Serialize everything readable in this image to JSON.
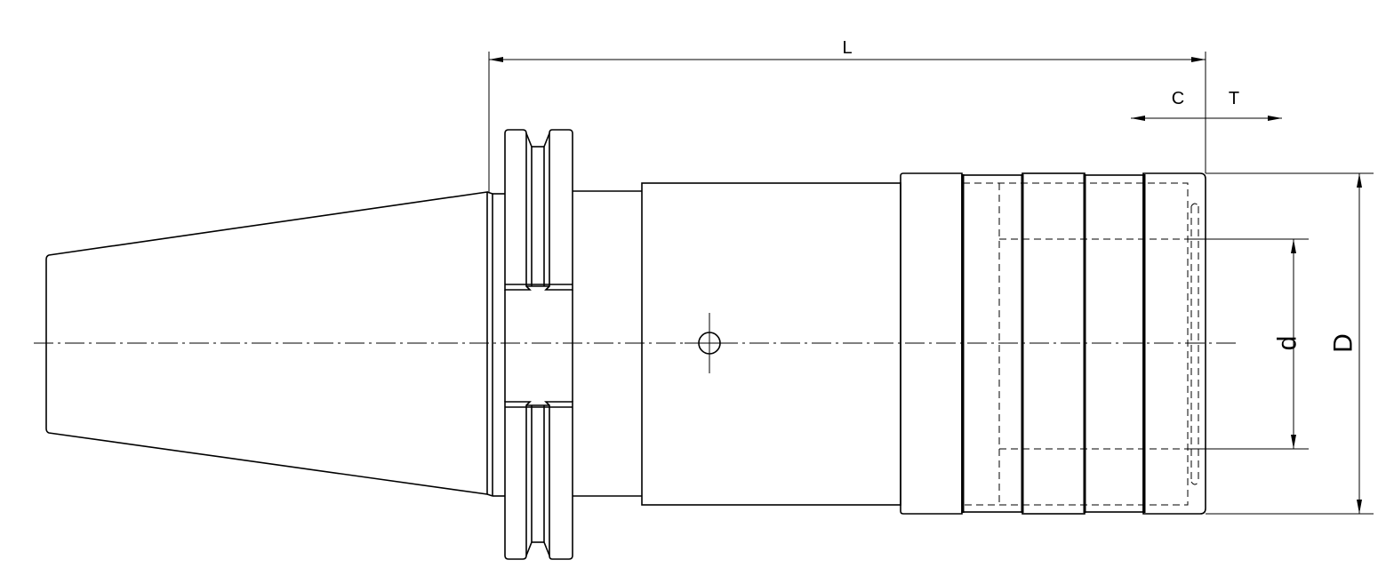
{
  "labels": {
    "L": "L",
    "C": "C",
    "T": "T",
    "d": "d",
    "D": "D"
  }
}
